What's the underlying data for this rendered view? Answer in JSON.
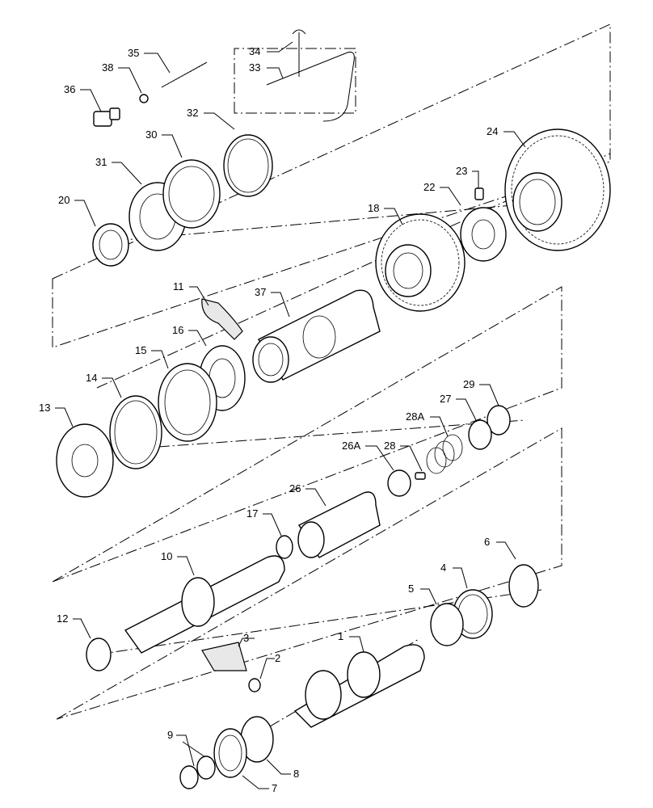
{
  "diagram": {
    "callouts": [
      {
        "id": "c35",
        "text": "35"
      },
      {
        "id": "c34",
        "text": "34"
      },
      {
        "id": "c33",
        "text": "33"
      },
      {
        "id": "c38",
        "text": "38"
      },
      {
        "id": "c36",
        "text": "36"
      },
      {
        "id": "c32",
        "text": "32"
      },
      {
        "id": "c30",
        "text": "30"
      },
      {
        "id": "c31",
        "text": "31"
      },
      {
        "id": "c24",
        "text": "24"
      },
      {
        "id": "c23",
        "text": "23"
      },
      {
        "id": "c22",
        "text": "22"
      },
      {
        "id": "c20",
        "text": "20"
      },
      {
        "id": "c18",
        "text": "18"
      },
      {
        "id": "c11",
        "text": "11"
      },
      {
        "id": "c37",
        "text": "37"
      },
      {
        "id": "c16",
        "text": "16"
      },
      {
        "id": "c15",
        "text": "15"
      },
      {
        "id": "c14",
        "text": "14"
      },
      {
        "id": "c13",
        "text": "13"
      },
      {
        "id": "c29",
        "text": "29"
      },
      {
        "id": "c27",
        "text": "27"
      },
      {
        "id": "c28A",
        "text": "28A"
      },
      {
        "id": "c26A",
        "text": "26A"
      },
      {
        "id": "c28",
        "text": "28"
      },
      {
        "id": "c26",
        "text": "26"
      },
      {
        "id": "c17",
        "text": "17"
      },
      {
        "id": "c10",
        "text": "10"
      },
      {
        "id": "c6",
        "text": "6"
      },
      {
        "id": "c4",
        "text": "4"
      },
      {
        "id": "c5",
        "text": "5"
      },
      {
        "id": "c12",
        "text": "12"
      },
      {
        "id": "c1",
        "text": "1"
      },
      {
        "id": "c3",
        "text": "3"
      },
      {
        "id": "c2",
        "text": "2"
      },
      {
        "id": "c9",
        "text": "9"
      },
      {
        "id": "c8",
        "text": "8"
      },
      {
        "id": "c7",
        "text": "7"
      }
    ]
  }
}
